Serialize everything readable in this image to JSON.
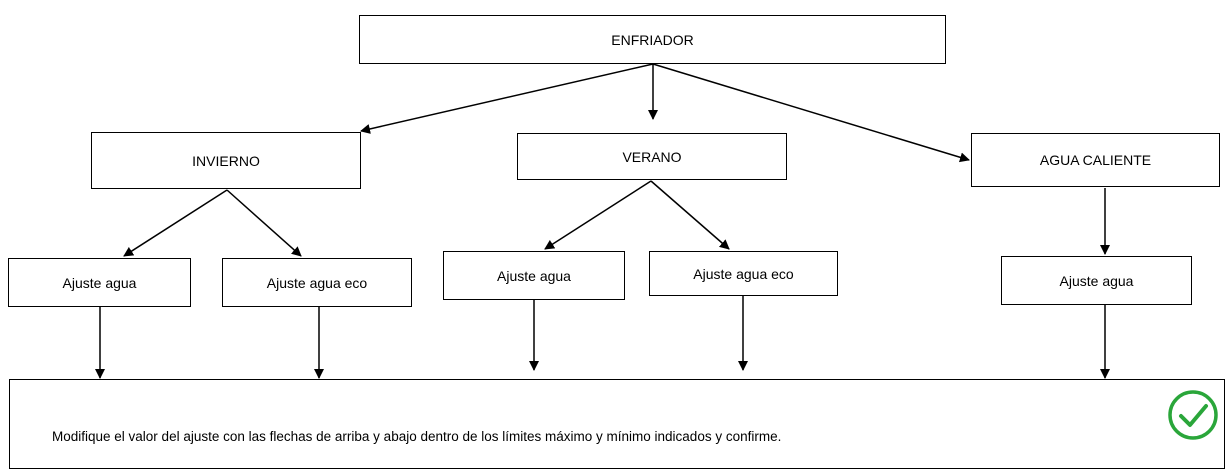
{
  "nodes": {
    "root": "ENFRIADOR",
    "invierno": "INVIERNO",
    "verano": "VERANO",
    "agua_caliente": "AGUA CALIENTE",
    "invierno_ajuste": "Ajuste agua",
    "invierno_ajuste_eco": "Ajuste agua eco",
    "verano_ajuste": "Ajuste agua",
    "verano_ajuste_eco": "Ajuste agua eco",
    "agua_caliente_ajuste": "Ajuste agua"
  },
  "instruction": "Modifique el valor del ajuste con las flechas de arriba y abajo dentro de los límites máximo y mínimo indicados y confirme.",
  "colors": {
    "line": "#000000",
    "check": "#2aa63a"
  },
  "icons": {
    "confirm": "check-circle-icon"
  }
}
